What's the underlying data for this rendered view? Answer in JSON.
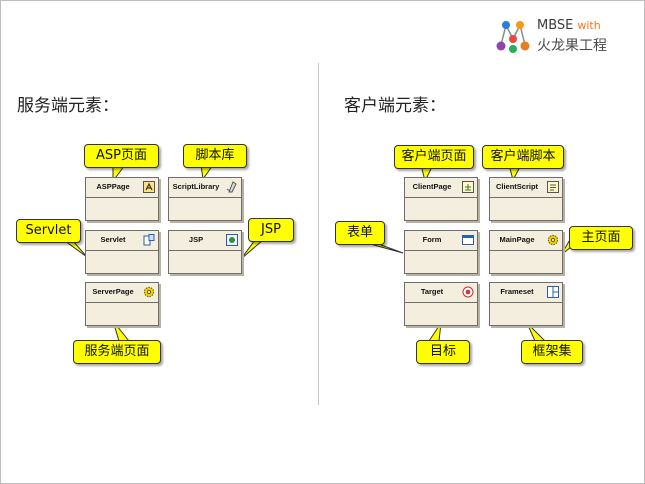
{
  "logo": {
    "title": "MBSE",
    "with": "with",
    "subtitle": "火龙果工程"
  },
  "sections": {
    "server": {
      "heading": "服务端元素："
    },
    "client": {
      "heading": "客户端元素："
    }
  },
  "elements": {
    "asppage": "ASPPage",
    "scriptlibrary": "ScriptLibrary",
    "servlet": "Servlet",
    "jsp": "JSP",
    "serverpage": "ServerPage",
    "clientpage": "ClientPage",
    "clientscript": "ClientScript",
    "form": "Form",
    "mainpage": "MainPage",
    "target": "Target",
    "frameset": "Frameset"
  },
  "callouts": {
    "asp": "ASP页面",
    "scriptlib": "脚本库",
    "servlet": "Servlet",
    "jsp": "JSP",
    "serverpage": "服务端页面",
    "clientpage": "客户端页面",
    "clientscript": "客户端脚本",
    "form": "表单",
    "mainpage": "主页面",
    "target": "目标",
    "frameset": "框架集"
  },
  "colors": {
    "callout_fill": "#ffff00",
    "element_fill": "#f4eedf",
    "accent": "#f07c1a"
  }
}
